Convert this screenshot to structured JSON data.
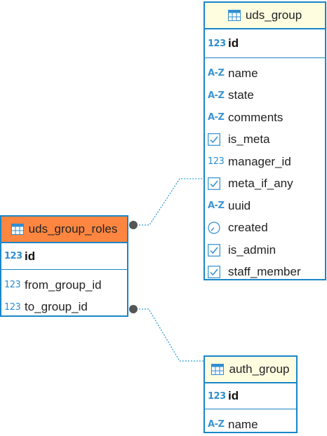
{
  "tables": {
    "uds_group": {
      "name": "uds_group",
      "pk": {
        "type": "123",
        "name": "id"
      },
      "columns": [
        {
          "type": "az",
          "name": "name"
        },
        {
          "type": "az",
          "name": "state"
        },
        {
          "type": "az",
          "name": "comments"
        },
        {
          "type": "bool",
          "name": "is_meta"
        },
        {
          "type": "num",
          "name": "manager_id"
        },
        {
          "type": "bool",
          "name": "meta_if_any"
        },
        {
          "type": "az",
          "name": "uuid"
        },
        {
          "type": "time",
          "name": "created"
        },
        {
          "type": "bool",
          "name": "is_admin"
        },
        {
          "type": "bool",
          "name": "staff_member"
        }
      ]
    },
    "uds_group_roles": {
      "name": "uds_group_roles",
      "pk": {
        "type": "123",
        "name": "id"
      },
      "columns": [
        {
          "type": "num",
          "name": "from_group_id"
        },
        {
          "type": "num",
          "name": "to_group_id"
        }
      ]
    },
    "auth_group": {
      "name": "auth_group",
      "pk": {
        "type": "123",
        "name": "id"
      },
      "columns": [
        {
          "type": "az",
          "name": "name"
        }
      ]
    }
  },
  "icon_labels": {
    "num": "123",
    "az": "A-Z"
  },
  "colors": {
    "border": "#1a86c8",
    "header_yellow": "#fffde0",
    "header_orange": "#ff8640",
    "connector": "#2e9fd8",
    "endpoint": "#555555"
  }
}
